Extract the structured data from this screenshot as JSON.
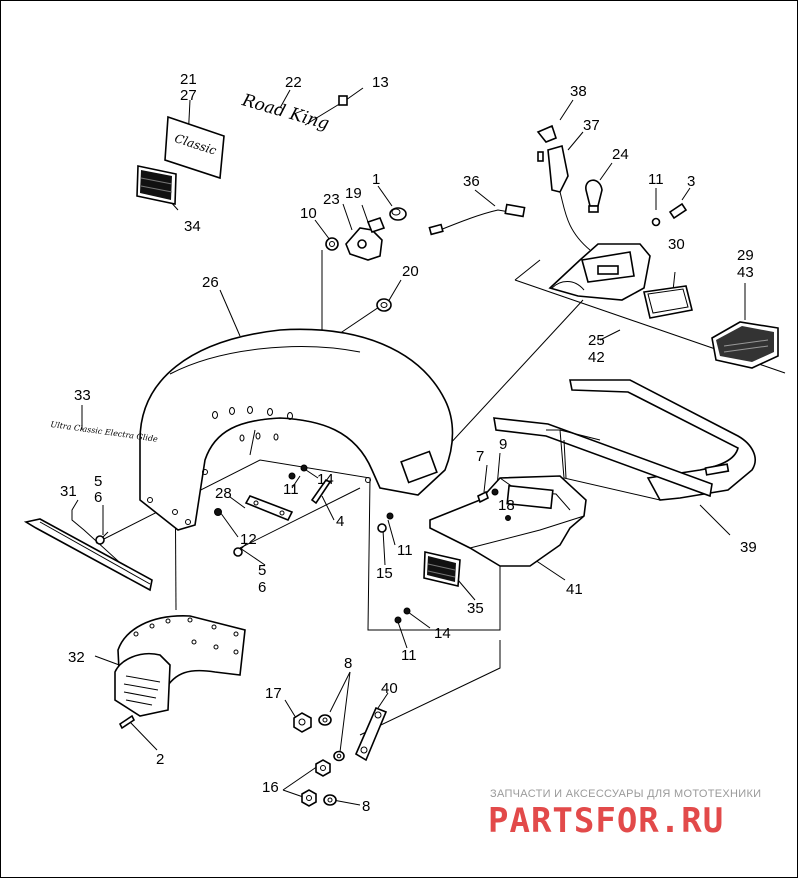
{
  "diagram": {
    "callouts": [
      {
        "id": "c21",
        "text": "21"
      },
      {
        "id": "c27",
        "text": "27"
      },
      {
        "id": "c22",
        "text": "22"
      },
      {
        "id": "c13",
        "text": "13"
      },
      {
        "id": "c38",
        "text": "38"
      },
      {
        "id": "c37",
        "text": "37"
      },
      {
        "id": "c24",
        "text": "24"
      },
      {
        "id": "c11a",
        "text": "11"
      },
      {
        "id": "c3",
        "text": "3"
      },
      {
        "id": "c36",
        "text": "36"
      },
      {
        "id": "c1",
        "text": "1"
      },
      {
        "id": "c19",
        "text": "19"
      },
      {
        "id": "c23",
        "text": "23"
      },
      {
        "id": "c10",
        "text": "10"
      },
      {
        "id": "c34",
        "text": "34"
      },
      {
        "id": "c20",
        "text": "20"
      },
      {
        "id": "c26",
        "text": "26"
      },
      {
        "id": "c30",
        "text": "30"
      },
      {
        "id": "c29",
        "text": "29"
      },
      {
        "id": "c43",
        "text": "43"
      },
      {
        "id": "c25",
        "text": "25"
      },
      {
        "id": "c42",
        "text": "42"
      },
      {
        "id": "c33",
        "text": "33"
      },
      {
        "id": "c7",
        "text": "7"
      },
      {
        "id": "c9",
        "text": "9"
      },
      {
        "id": "c5a",
        "text": "5"
      },
      {
        "id": "c6a",
        "text": "6"
      },
      {
        "id": "c31",
        "text": "31"
      },
      {
        "id": "c28",
        "text": "28"
      },
      {
        "id": "c11b",
        "text": "11"
      },
      {
        "id": "c14a",
        "text": "14"
      },
      {
        "id": "c18",
        "text": "18"
      },
      {
        "id": "c4",
        "text": "4"
      },
      {
        "id": "c12",
        "text": "12"
      },
      {
        "id": "c11c",
        "text": "11"
      },
      {
        "id": "c39",
        "text": "39"
      },
      {
        "id": "c5b",
        "text": "5"
      },
      {
        "id": "c6b",
        "text": "6"
      },
      {
        "id": "c15",
        "text": "15"
      },
      {
        "id": "c41",
        "text": "41"
      },
      {
        "id": "c35",
        "text": "35"
      },
      {
        "id": "c14b",
        "text": "14"
      },
      {
        "id": "c11d",
        "text": "11"
      },
      {
        "id": "c32",
        "text": "32"
      },
      {
        "id": "c8a",
        "text": "8"
      },
      {
        "id": "c40",
        "text": "40"
      },
      {
        "id": "c17",
        "text": "17"
      },
      {
        "id": "c2",
        "text": "2"
      },
      {
        "id": "c16",
        "text": "16"
      },
      {
        "id": "c8b",
        "text": "8"
      }
    ],
    "emblems": {
      "road_king": "Road King",
      "classic": "Classic",
      "ultra": "Ultra Classic Electra Glide"
    }
  },
  "watermark": {
    "caption": "ЗАПЧАСТИ И АКСЕССУАРЫ ДЛЯ МОТОТЕХНИКИ",
    "brand": "PARTSFOR.RU"
  },
  "colors": {
    "ink": "#000000",
    "watermark_red": "#e24a4a",
    "watermark_grey": "#9a9a9a"
  }
}
